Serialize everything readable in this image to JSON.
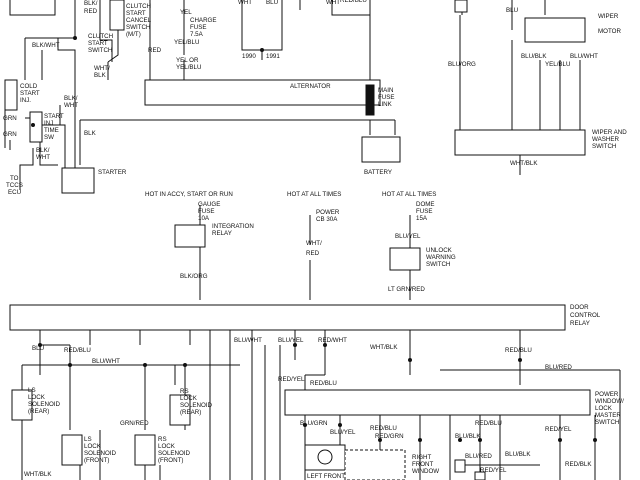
{
  "diagram": {
    "labels": [
      {
        "id": "blk-red-top",
        "text": "BLK/"
      },
      {
        "id": "blk-red-top2",
        "text": "RED"
      },
      {
        "id": "clutch-cancel-1",
        "text": "CLUTCH"
      },
      {
        "id": "clutch-cancel-2",
        "text": "START"
      },
      {
        "id": "clutch-cancel-3",
        "text": "CANCEL"
      },
      {
        "id": "clutch-cancel-4",
        "text": "SWITCH"
      },
      {
        "id": "clutch-cancel-5",
        "text": "(M/T)"
      },
      {
        "id": "clutch-start-1",
        "text": "CLUTCH"
      },
      {
        "id": "clutch-start-2",
        "text": "START"
      },
      {
        "id": "clutch-start-3",
        "text": "SWITCH"
      },
      {
        "id": "blk-wht-1",
        "text": "BLK/WHT"
      },
      {
        "id": "wht-blk-1",
        "text": "WHT/"
      },
      {
        "id": "wht-blk-1b",
        "text": "BLK"
      },
      {
        "id": "red-1",
        "text": "RED"
      },
      {
        "id": "yel-1",
        "text": "YEL"
      },
      {
        "id": "charge-fuse-1",
        "text": "CHARGE"
      },
      {
        "id": "charge-fuse-2",
        "text": "FUSE"
      },
      {
        "id": "charge-fuse-3",
        "text": "7.5A"
      },
      {
        "id": "yel-blu-1",
        "text": "YEL/BLU"
      },
      {
        "id": "yel-or-1",
        "text": "YEL OR"
      },
      {
        "id": "yel-or-2",
        "text": "YEL/BLU"
      },
      {
        "id": "wht-a",
        "text": "WHT"
      },
      {
        "id": "blu-a",
        "text": "BLU"
      },
      {
        "id": "wht-b",
        "text": "WHT"
      },
      {
        "id": "red-blu-top",
        "text": "RED/BLU"
      },
      {
        "id": "y1990",
        "text": "1990"
      },
      {
        "id": "y1991",
        "text": "1991"
      },
      {
        "id": "alternator",
        "text": "ALTERNATOR"
      },
      {
        "id": "main-fuse-1",
        "text": "MAIN"
      },
      {
        "id": "main-fuse-2",
        "text": "FUSE"
      },
      {
        "id": "main-fuse-3",
        "text": "LINK"
      },
      {
        "id": "battery",
        "text": "BATTERY"
      },
      {
        "id": "cold-1",
        "text": "COLD"
      },
      {
        "id": "cold-2",
        "text": "START"
      },
      {
        "id": "cold-3",
        "text": "INJ."
      },
      {
        "id": "grn-1",
        "text": "GRN"
      },
      {
        "id": "grn-2",
        "text": "GRN"
      },
      {
        "id": "start-inj-1",
        "text": "START"
      },
      {
        "id": "start-inj-2",
        "text": "INJ"
      },
      {
        "id": "start-inj-3",
        "text": "TIME"
      },
      {
        "id": "start-inj-4",
        "text": "SW"
      },
      {
        "id": "blk-wht-2a",
        "text": "BLK/"
      },
      {
        "id": "blk-wht-2b",
        "text": "WHT"
      },
      {
        "id": "blk-wht-3a",
        "text": "BLK/"
      },
      {
        "id": "blk-wht-3b",
        "text": "WHT"
      },
      {
        "id": "blk-1",
        "text": "BLK"
      },
      {
        "id": "tccs-1",
        "text": "TO"
      },
      {
        "id": "tccs-2",
        "text": "TCCS"
      },
      {
        "id": "tccs-3",
        "text": "ECU"
      },
      {
        "id": "starter",
        "text": "STARTER"
      },
      {
        "id": "blu-wiper",
        "text": "BLU"
      },
      {
        "id": "wiper-motor-1",
        "text": "WIPER"
      },
      {
        "id": "wiper-motor-2",
        "text": "MOTOR"
      },
      {
        "id": "blu-org",
        "text": "BLU/ORG"
      },
      {
        "id": "blu-blk",
        "text": "BLU/BLK"
      },
      {
        "id": "blu-wht-w",
        "text": "BLU/WHT"
      },
      {
        "id": "yel-blu-w",
        "text": "YEL/BLU"
      },
      {
        "id": "wiper-sw-1",
        "text": "WIPER AND"
      },
      {
        "id": "wiper-sw-2",
        "text": "WASHER"
      },
      {
        "id": "wiper-sw-3",
        "text": "SWITCH"
      },
      {
        "id": "wht-blk-w",
        "text": "WHT/BLK"
      },
      {
        "id": "hot-accy",
        "text": "HOT IN ACCY, START OR RUN"
      },
      {
        "id": "hot-all-1",
        "text": "HOT AT ALL TIMES"
      },
      {
        "id": "hot-all-2",
        "text": "HOT AT ALL TIMES"
      },
      {
        "id": "gauge-1",
        "text": "GAUGE"
      },
      {
        "id": "gauge-2",
        "text": "FUSE"
      },
      {
        "id": "gauge-3",
        "text": "10A"
      },
      {
        "id": "power-cb-1",
        "text": "POWER"
      },
      {
        "id": "power-cb-2",
        "text": "CB 30A"
      },
      {
        "id": "dome-1",
        "text": "DOME"
      },
      {
        "id": "dome-2",
        "text": "FUSE"
      },
      {
        "id": "dome-3",
        "text": "15A"
      },
      {
        "id": "integ-1",
        "text": "INTEGRATION"
      },
      {
        "id": "integ-2",
        "text": "RELAY"
      },
      {
        "id": "blu-yel-1",
        "text": "BLU/YEL"
      },
      {
        "id": "unlock-1",
        "text": "UNLOCK"
      },
      {
        "id": "unlock-2",
        "text": "WARNING"
      },
      {
        "id": "unlock-3",
        "text": "SWITCH"
      },
      {
        "id": "wht-red-1",
        "text": "WHT/"
      },
      {
        "id": "wht-red-2",
        "text": "RED"
      },
      {
        "id": "blk-org",
        "text": "BLK/ORG"
      },
      {
        "id": "lt-grn-red",
        "text": "LT GRN/RED"
      },
      {
        "id": "door-1",
        "text": "DOOR"
      },
      {
        "id": "door-2",
        "text": "CONTROL"
      },
      {
        "id": "door-3",
        "text": "RELAY"
      },
      {
        "id": "blu-d",
        "text": "BLU"
      },
      {
        "id": "red-blu-d",
        "text": "RED/BLU"
      },
      {
        "id": "blu-wht-d",
        "text": "BLU/WHT"
      },
      {
        "id": "blu-wht-d2",
        "text": "BLU/WHT"
      },
      {
        "id": "blu-yel-d",
        "text": "BLU/YEL"
      },
      {
        "id": "red-wht-d",
        "text": "RED/WHT"
      },
      {
        "id": "wht-blk-d",
        "text": "WHT/BLK"
      },
      {
        "id": "red-blu-d2",
        "text": "RED/BLU"
      },
      {
        "id": "blu-red-d",
        "text": "BLU/RED"
      },
      {
        "id": "red-yel-d",
        "text": "RED/YEL"
      },
      {
        "id": "red-blu-d3",
        "text": "RED/BLU"
      },
      {
        "id": "ls-rear-1",
        "text": "LS"
      },
      {
        "id": "ls-rear-2",
        "text": "LOCK"
      },
      {
        "id": "ls-rear-3",
        "text": "SOLENOID"
      },
      {
        "id": "ls-rear-4",
        "text": "(REAR)"
      },
      {
        "id": "rs-rear-1",
        "text": "RS"
      },
      {
        "id": "rs-rear-2",
        "text": "LOCK"
      },
      {
        "id": "rs-rear-3",
        "text": "SOLENOID"
      },
      {
        "id": "rs-rear-4",
        "text": "(REAR)"
      },
      {
        "id": "grn-red",
        "text": "GRN/RED"
      },
      {
        "id": "ls-front-1",
        "text": "LS"
      },
      {
        "id": "ls-front-2",
        "text": "LOCK"
      },
      {
        "id": "ls-front-3",
        "text": "SOLENOID"
      },
      {
        "id": "ls-front-4",
        "text": "(FRONT)"
      },
      {
        "id": "rs-front-1",
        "text": "RS"
      },
      {
        "id": "rs-front-2",
        "text": "LOCK"
      },
      {
        "id": "rs-front-3",
        "text": "SOLENOID"
      },
      {
        "id": "rs-front-4",
        "text": "(FRONT)"
      },
      {
        "id": "wht-blk-ls",
        "text": "WHT/BLK"
      },
      {
        "id": "pwr-win-1",
        "text": "POWER"
      },
      {
        "id": "pwr-win-2",
        "text": "WINDOW/"
      },
      {
        "id": "pwr-win-3",
        "text": "LOCK"
      },
      {
        "id": "pwr-win-4",
        "text": "MASTER"
      },
      {
        "id": "pwr-win-5",
        "text": "SWITCH"
      },
      {
        "id": "blu-grn",
        "text": "BLU/GRN"
      },
      {
        "id": "blu-yel-p",
        "text": "BLU/YEL"
      },
      {
        "id": "red-grn",
        "text": "RED/GRN"
      },
      {
        "id": "red-blu-p",
        "text": "RED/BLU"
      },
      {
        "id": "red-blu-p2",
        "text": "RED/BLU"
      },
      {
        "id": "blu-blk-p",
        "text": "BLU/BLK"
      },
      {
        "id": "red-yel-p",
        "text": "RED/YEL"
      },
      {
        "id": "blu-red-p",
        "text": "BLU/RED"
      },
      {
        "id": "red-yel-p2",
        "text": "RED/YEL"
      },
      {
        "id": "red-blk-p",
        "text": "RED/BLK"
      },
      {
        "id": "blu-blk-p2",
        "text": "BLU/BLK"
      },
      {
        "id": "left-front",
        "text": "LEFT FRONT"
      },
      {
        "id": "right-front-1",
        "text": "RIGHT"
      },
      {
        "id": "right-front-2",
        "text": "FRONT"
      },
      {
        "id": "right-front-3",
        "text": "WINDOW"
      }
    ]
  }
}
